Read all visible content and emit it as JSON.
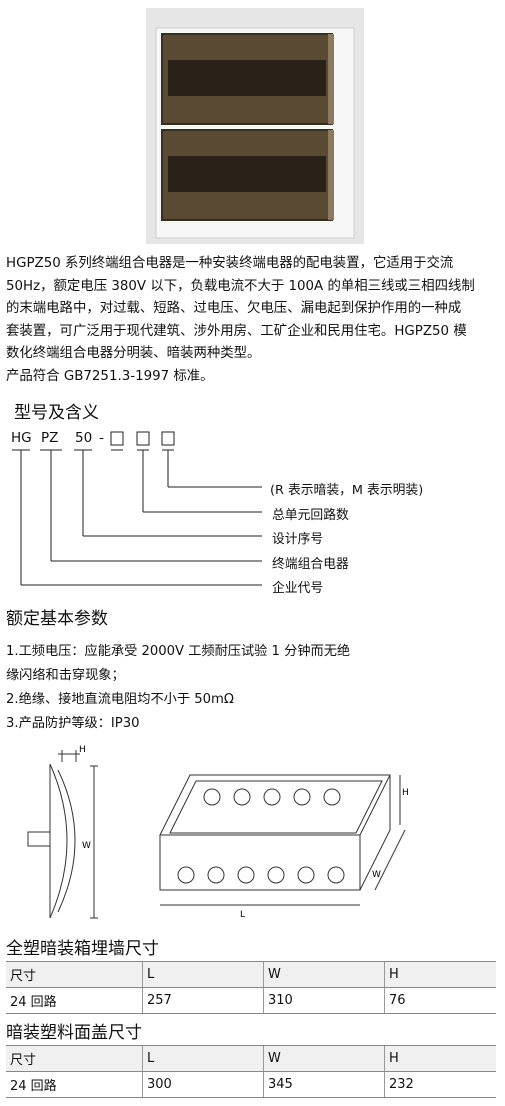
{
  "intro": {
    "lines": [
      "HGPZ50 系列终端组合电器是一种安装终端电器的配电装置，它适用于交流",
      "50Hz，额定电压 380V 以下，负载电流不大于 100A 的单相三线或三相四线制",
      "的末端电路中，对过载、短路、过电压、欠电压、漏电起到保护作用的一种成",
      "套装置，可广泛用于现代建筑、涉外用房、工矿企业和民用住宅。HGPZ50 模",
      "数化终端组合电器分明装、暗装两种类型。",
      "产品符合 GB7251.3-1997 标准。"
    ]
  },
  "model": {
    "heading": "型号及含义",
    "code": {
      "hg": "HG",
      "pz": "PZ",
      "num": "50",
      "dash": "-"
    },
    "meanings": [
      "(R 表示暗装，M 表示明装)",
      "总单元回路数",
      "设计序号",
      "终端组合电器",
      "企业代号"
    ]
  },
  "rated": {
    "heading": "额定基本参数",
    "items": [
      "1.工频电压：应能承受 2000V 工频耐压试验 1 分钟而无绝",
      "缘闪络和击穿现象；",
      "2.绝缘、接地直流电阻均不小于 50mΩ",
      "3.产品防护等级：IP30"
    ]
  },
  "diagram": {
    "side_labels": {
      "h": "H",
      "w": "W"
    },
    "box_labels": {
      "h": "H",
      "w": "W",
      "l": "L"
    }
  },
  "tables": [
    {
      "title": "全塑暗装箱埋墙尺寸",
      "header": [
        "尺寸",
        "L",
        "W",
        "H"
      ],
      "rows": [
        [
          "24 回路",
          "257",
          "310",
          "76"
        ]
      ]
    },
    {
      "title": "暗装塑料面盖尺寸",
      "header": [
        "尺寸",
        "L",
        "W",
        "H"
      ],
      "rows": [
        [
          "24 回路",
          "300",
          "345",
          "232"
        ]
      ]
    }
  ]
}
